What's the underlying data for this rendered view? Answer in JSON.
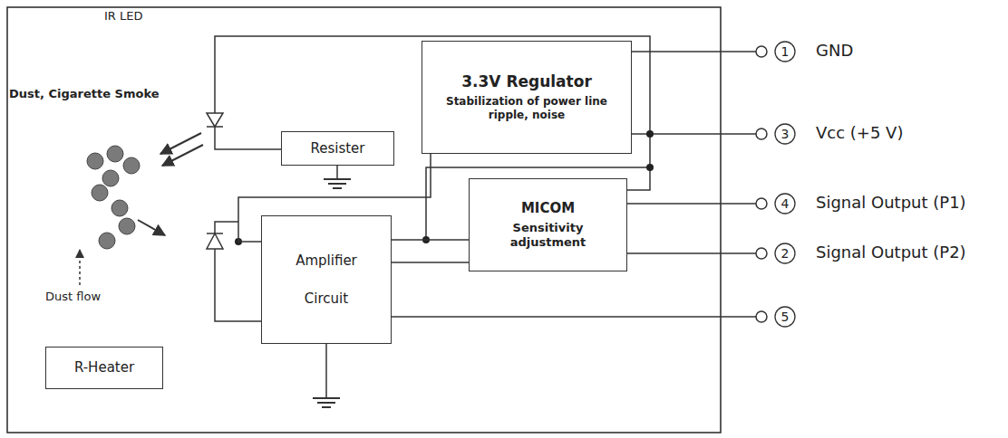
{
  "diagram": {
    "nodes": [
      {
        "text": [
          "3.3V Regulator",
          "Stabilization of power line ripple, noise"
        ]
      },
      {
        "text": [
          "Resister"
        ]
      },
      {
        "text": [
          "MICOM",
          "Sensitivity adjustment"
        ]
      },
      {
        "text": [
          "Amplifier Circuit"
        ]
      },
      {
        "text": [
          "R-Heater"
        ]
      }
    ],
    "edges": [
      {
        "from": 3,
        "to": 2,
        "arrow": "none"
      },
      {
        "from": 3,
        "to": 2,
        "arrow": "none"
      },
      {
        "from": 0,
        "to": 3,
        "arrow": "none"
      }
    ],
    "labels": [
      "IR LED",
      "Dust, Cigarette Smoke",
      "Dust flow",
      "1",
      "GND",
      "3",
      "Vcc (+5 V)",
      "4",
      "Signal Output (P1)",
      "2",
      "Signal Output (P2)",
      "5"
    ]
  }
}
